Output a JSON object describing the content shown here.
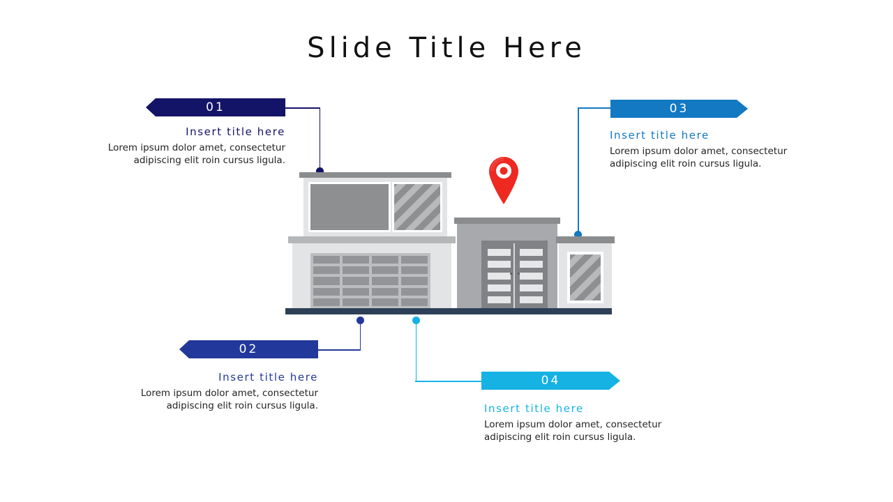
{
  "slide": {
    "title": "Slide Title Here",
    "background": "#ffffff"
  },
  "colors": {
    "navy": "#131367",
    "royal_blue": "#23389b",
    "blue": "#1279c2",
    "cyan": "#15b2e3",
    "body_text": "#231f20",
    "title_text": "#111111",
    "ground": "#2e4057",
    "pin_red": "#ee2922"
  },
  "items": [
    {
      "number": "01",
      "title": "Insert title here",
      "body": "Lorem ipsum dolor amet, consectetur adipiscing elit roin cursus ligula.",
      "accent": "#131367",
      "banner_direction": "point-left",
      "align": "right"
    },
    {
      "number": "02",
      "title": "Insert title here",
      "body": "Lorem ipsum dolor amet, consectetur adipiscing elit roin cursus ligula.",
      "accent": "#23389b",
      "banner_direction": "point-left",
      "align": "right"
    },
    {
      "number": "03",
      "title": "Insert title here",
      "body": "Lorem ipsum dolor amet, consectetur adipiscing elit roin cursus ligula.",
      "accent": "#1279c2",
      "banner_direction": "point-right",
      "align": "left"
    },
    {
      "number": "04",
      "title": "Insert title here",
      "body": "Lorem ipsum dolor amet, consectetur adipiscing elit roin cursus ligula.",
      "accent": "#15b2e3",
      "banner_direction": "point-right",
      "align": "left"
    }
  ],
  "illustration": {
    "name": "modern-building",
    "marker": "map-pin-marker",
    "parts": [
      "upper-roof",
      "upper-wall",
      "upper-window-solid",
      "upper-window-glass",
      "main-ledge",
      "main-wall",
      "garage-door",
      "entrance-roof",
      "entrance-wall",
      "entrance-double-door",
      "right-wing-ledge",
      "right-wing-wall",
      "right-wing-window",
      "ground-bar"
    ]
  }
}
